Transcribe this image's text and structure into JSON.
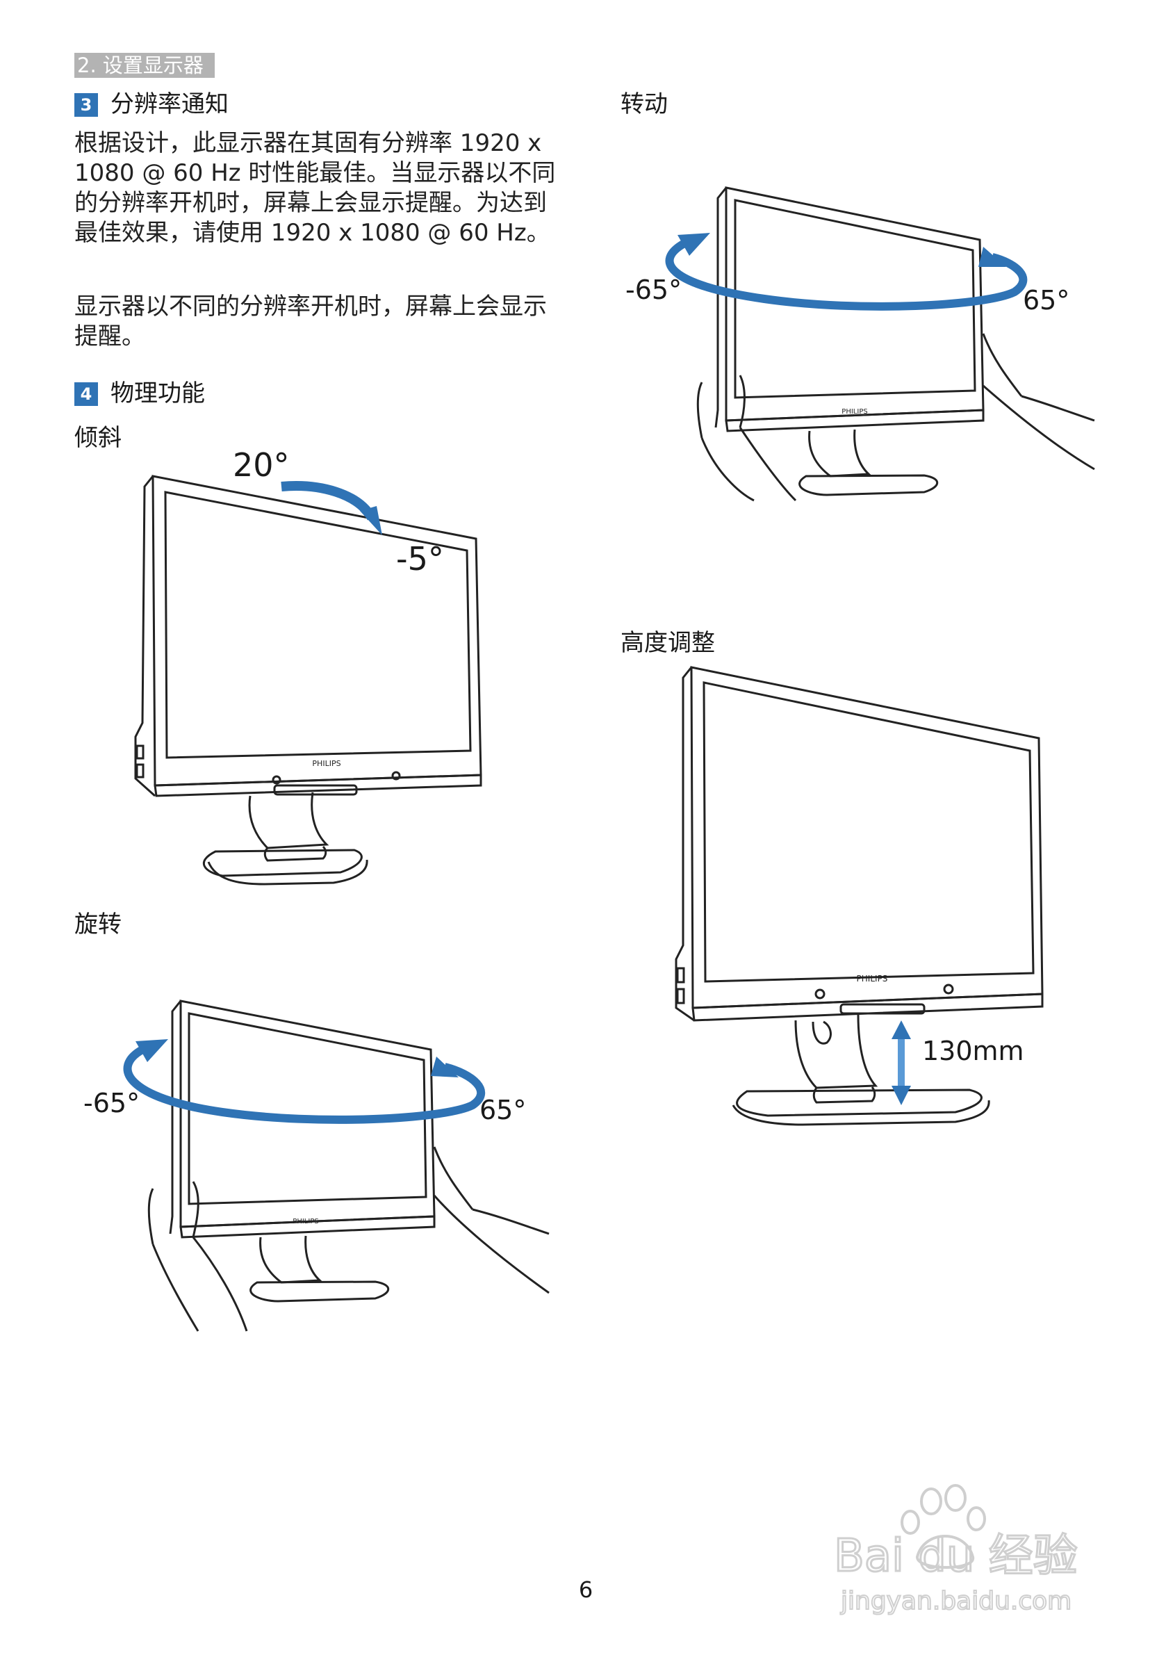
{
  "section_tab": "2. 设置显示器",
  "sec3": {
    "num": "3",
    "title": "分辨率通知"
  },
  "para1": "根据设计，此显示器在其固有分辨率 1920 x 1080 @ 60 Hz 时性能最佳。当显示器以不同的分辨率开机时，屏幕上会显示提醒。为达到最佳效果，请使用 1920 x 1080 @ 60 Hz。",
  "para2": "显示器以不同的分辨率开机时，屏幕上会显示提醒。",
  "sec4": {
    "num": "4",
    "title": "物理功能"
  },
  "tilt": {
    "title": "倾斜",
    "up": "20°",
    "down": "-5°"
  },
  "swivel": {
    "title": "旋转",
    "left": "-65°",
    "right": "65°"
  },
  "pivot": {
    "title": "转动",
    "left": "-65°",
    "right": "65°"
  },
  "height": {
    "title": "高度调整",
    "range": "130mm"
  },
  "brand": "PHILIPS",
  "page_number": "6",
  "watermark": {
    "logo": "Bai du 经验",
    "url": "jingyan.baidu.com"
  },
  "colors": {
    "accent": "#2f73b5",
    "tab_gray": "#b3b3b3"
  }
}
